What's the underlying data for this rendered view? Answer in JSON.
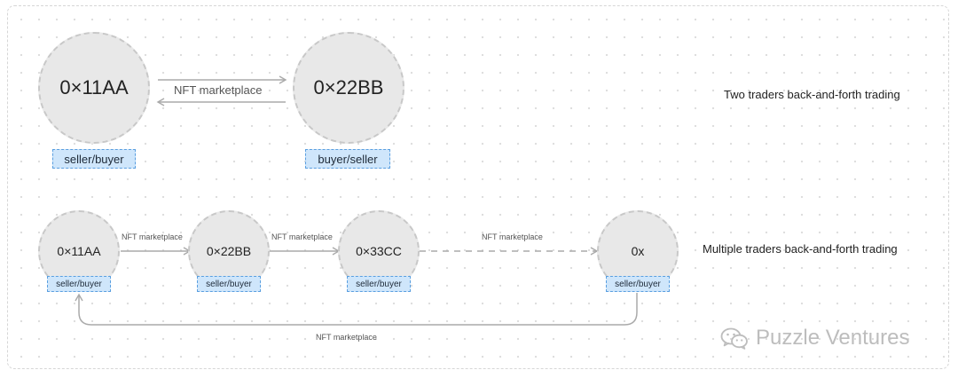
{
  "row1": {
    "caption": "Two traders back-and-forth trading",
    "node_a": "0×11AA",
    "node_b": "0×22BB",
    "tag_a": "seller/buyer",
    "tag_b": "buyer/seller",
    "edge_label": "NFT marketplace"
  },
  "row2": {
    "caption": "Multiple traders back-and-forth trading",
    "nodes": [
      "0×11AA",
      "0×22BB",
      "0×33CC",
      "0x"
    ],
    "tags": [
      "seller/buyer",
      "seller/buyer",
      "seller/buyer",
      "seller/buyer"
    ],
    "edge_labels": [
      "NFT marketplace",
      "NFT marketplace",
      "NFT marketplace",
      "NFT marketplace"
    ]
  },
  "watermark": {
    "text": "Puzzle Ventures",
    "icon": "wechat-icon"
  },
  "colors": {
    "node_fill": "#e8e8e8",
    "tag_fill": "#cfe6fb",
    "tag_border": "#5a9fe0",
    "arrow": "#aaaaaa"
  }
}
